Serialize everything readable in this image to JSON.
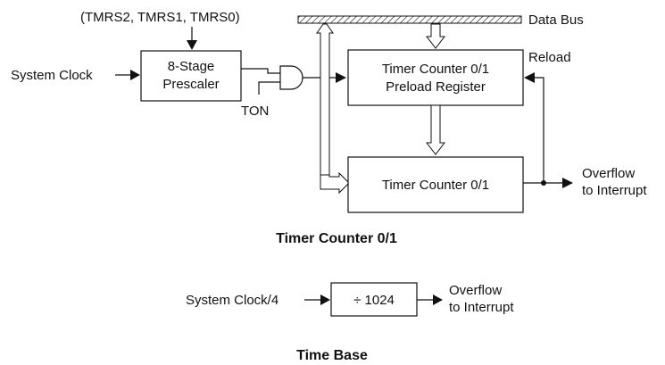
{
  "top_label": "(TMRS2, TMRS1, TMRS0)",
  "data_bus_label": "Data Bus",
  "system_clock_label": "System Clock",
  "prescaler": {
    "line1": "8-Stage",
    "line2": "Prescaler"
  },
  "ton_label": "TON",
  "preload": {
    "line1": "Timer Counter 0/1",
    "line2": "Preload Register"
  },
  "reload_label": "Reload",
  "counter_label": "Timer Counter 0/1",
  "overflow1": {
    "line1": "Overflow",
    "line2": "to Interrupt"
  },
  "diagram1_title": "Timer Counter 0/1",
  "system_clock4_label": "System Clock/4",
  "divider_label": "÷ 1024",
  "overflow2": {
    "line1": "Overflow",
    "line2": "to Interrupt"
  },
  "diagram2_title": "Time Base"
}
